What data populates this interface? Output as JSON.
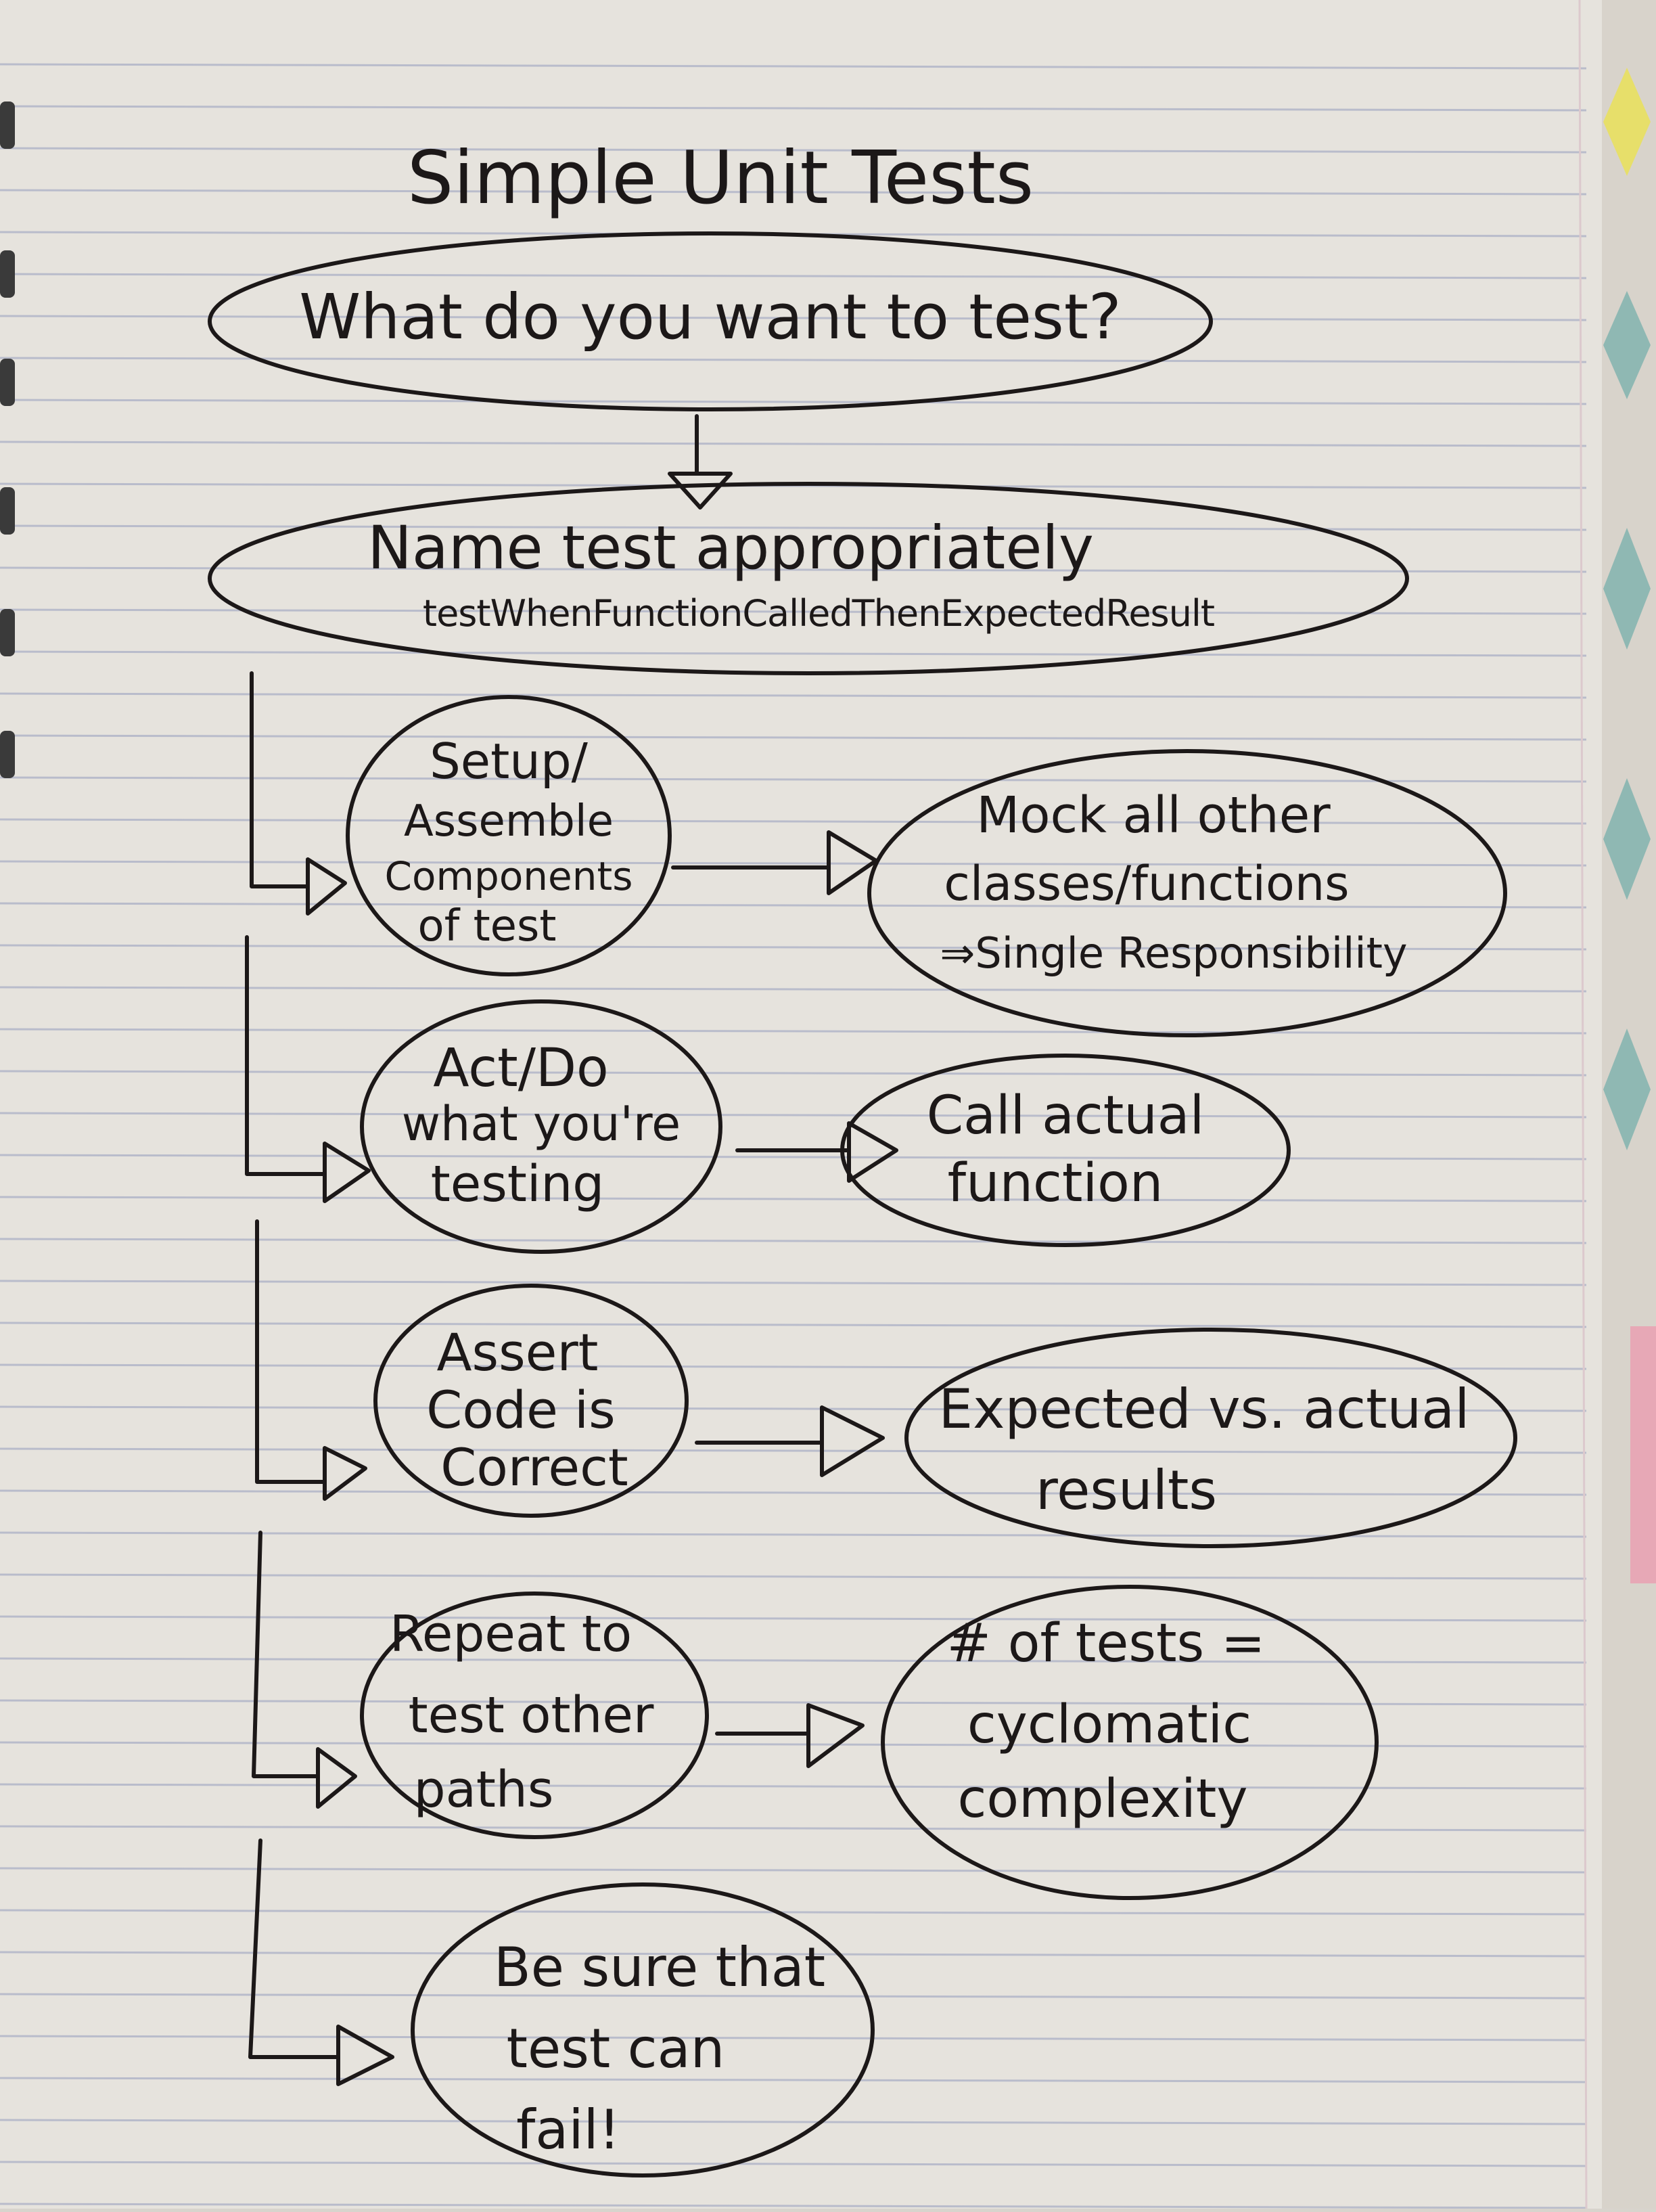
{
  "title": "Simple Unit Tests",
  "nodes": {
    "question": {
      "lines": [
        "What do you want to test?"
      ]
    },
    "name_test": {
      "lines": [
        "Name test appropriately",
        "testWhenFunctionCalledThenExpectedResult"
      ]
    },
    "setup": {
      "lines": [
        "Setup/",
        "Assemble",
        "Components",
        "of test"
      ]
    },
    "mock": {
      "lines": [
        "Mock all other",
        "classes/functions",
        "⇒Single Responsibility"
      ]
    },
    "act": {
      "lines": [
        "Act/Do",
        "what you're",
        "testing"
      ]
    },
    "call": {
      "lines": [
        "Call actual",
        "function"
      ]
    },
    "assert": {
      "lines": [
        "Assert",
        "Code is",
        "Correct"
      ]
    },
    "expected": {
      "lines": [
        "Expected vs. actual",
        "results"
      ]
    },
    "repeat": {
      "lines": [
        "Repeat to",
        "test other",
        "paths"
      ]
    },
    "count": {
      "lines": [
        "# of tests =",
        "cyclomatic",
        "complexity"
      ]
    },
    "fail": {
      "lines": [
        "Be sure that",
        "test can",
        "fail!"
      ]
    }
  },
  "colors": {
    "ink": "#1c1818",
    "paper": "#e6e3dd",
    "rule_line": "#b9bccb",
    "margin_line": "#dcc9cd",
    "background_right": "#d8d3cb",
    "pattern_yellow": "#e7df6a",
    "pattern_teal": "#8fb8b3",
    "pattern_pink": "#e7a8b6",
    "spiral": "#3a3a3a"
  }
}
